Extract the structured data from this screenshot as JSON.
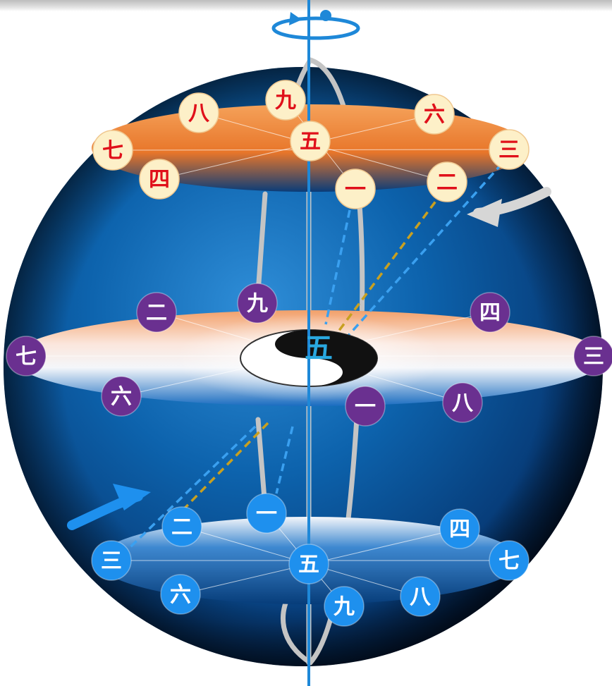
{
  "rings": {
    "top": {
      "theme": "orange-disc",
      "badge_color": "#fdf0c8",
      "text_color": "#e0101a",
      "nodes": [
        {
          "id": "center",
          "label": "五"
        },
        {
          "id": "upper-left",
          "label": "八"
        },
        {
          "id": "upper-mid",
          "label": "九"
        },
        {
          "id": "upper-right",
          "label": "六"
        },
        {
          "id": "left",
          "label": "七"
        },
        {
          "id": "right",
          "label": "三"
        },
        {
          "id": "lower-left",
          "label": "四"
        },
        {
          "id": "lower-mid",
          "label": "一"
        },
        {
          "id": "lower-right",
          "label": "二"
        }
      ]
    },
    "middle": {
      "theme": "peach-disc",
      "badge_color": "#6a3090",
      "text_color": "#ffffff",
      "center_label": "五",
      "center_label_color": "#29a8e0",
      "nodes": [
        {
          "id": "upper-left",
          "label": "二"
        },
        {
          "id": "upper-mid",
          "label": "九"
        },
        {
          "id": "upper-right",
          "label": "四"
        },
        {
          "id": "left",
          "label": "七"
        },
        {
          "id": "right",
          "label": "三"
        },
        {
          "id": "lower-left",
          "label": "六"
        },
        {
          "id": "lower-mid",
          "label": "一"
        },
        {
          "id": "lower-right",
          "label": "八"
        }
      ]
    },
    "bottom": {
      "theme": "blue-disc",
      "badge_color": "#1e90ee",
      "text_color": "#ffffff",
      "nodes": [
        {
          "id": "center",
          "label": "五"
        },
        {
          "id": "upper-left",
          "label": "二"
        },
        {
          "id": "upper-mid",
          "label": "一"
        },
        {
          "id": "upper-right",
          "label": "四"
        },
        {
          "id": "left",
          "label": "三"
        },
        {
          "id": "right",
          "label": "七"
        },
        {
          "id": "lower-left",
          "label": "六"
        },
        {
          "id": "lower-mid",
          "label": "九"
        },
        {
          "id": "lower-right",
          "label": "八"
        }
      ]
    }
  },
  "colors": {
    "sphere_dark": "#06224a",
    "sphere_mid": "#0a5aa0",
    "axis": "#1e88d8",
    "track": "#c8c8c8",
    "dash_blue": "#3aa0f0",
    "dash_gold": "#c8a020"
  },
  "arrows": {
    "upper_right": "curved-arrow-left-icon",
    "lower_left": "curved-arrow-right-icon",
    "rotation": "rotation-icon"
  }
}
